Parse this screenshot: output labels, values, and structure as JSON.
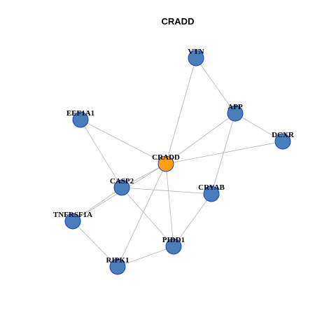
{
  "title": "CRADD",
  "colors": {
    "center_node": "#ffa010",
    "node": "#4a7ebb",
    "node_border": "#1d3ecf",
    "edge": "#b3b3b3"
  },
  "nodes": [
    {
      "id": "VTN",
      "label": "VTN",
      "center": false
    },
    {
      "id": "APP",
      "label": "APP",
      "center": false
    },
    {
      "id": "EEF1A1",
      "label": "EEF1A1",
      "center": false
    },
    {
      "id": "DCXR",
      "label": "DCXR",
      "center": false
    },
    {
      "id": "CRADD",
      "label": "CRADD",
      "center": true
    },
    {
      "id": "CASP2",
      "label": "CASP2",
      "center": false
    },
    {
      "id": "CRYAB",
      "label": "CRYAB",
      "center": false
    },
    {
      "id": "TNFRSF1A",
      "label": "TNFRSF1A",
      "center": false
    },
    {
      "id": "PIDD1",
      "label": "PIDD1",
      "center": false
    },
    {
      "id": "RIPK1",
      "label": "RIPK1",
      "center": false
    }
  ],
  "edges": [
    [
      "VTN",
      "CRADD"
    ],
    [
      "VTN",
      "APP"
    ],
    [
      "APP",
      "CRADD"
    ],
    [
      "APP",
      "DCXR"
    ],
    [
      "APP",
      "CRYAB"
    ],
    [
      "DCXR",
      "CRADD"
    ],
    [
      "EEF1A1",
      "CRADD"
    ],
    [
      "EEF1A1",
      "CASP2"
    ],
    [
      "CRADD",
      "CASP2"
    ],
    [
      "CRADD",
      "TNFRSF1A"
    ],
    [
      "CRADD",
      "PIDD1"
    ],
    [
      "CRADD",
      "RIPK1"
    ],
    [
      "CASP2",
      "CRYAB"
    ],
    [
      "CASP2",
      "TNFRSF1A"
    ],
    [
      "CASP2",
      "PIDD1"
    ],
    [
      "CRYAB",
      "PIDD1"
    ],
    [
      "TNFRSF1A",
      "RIPK1"
    ],
    [
      "PIDD1",
      "RIPK1"
    ]
  ]
}
